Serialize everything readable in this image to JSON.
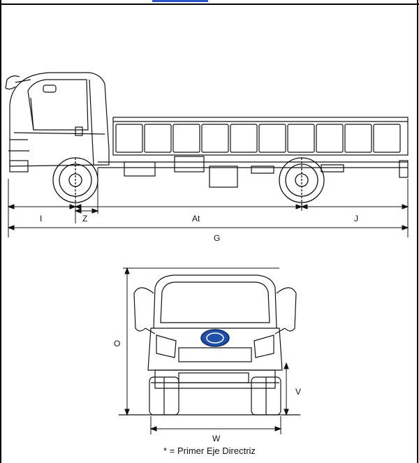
{
  "side_view": {
    "dimensions": {
      "I": "I",
      "Z": "Z",
      "At": "At",
      "J": "J",
      "G": "G"
    }
  },
  "front_view": {
    "dimensions": {
      "O": "O",
      "V": "V",
      "W": "W"
    }
  },
  "footnote": "* = Primer Eje Directriz",
  "colors": {
    "accent_line": "#2b54c8",
    "emblem": "#1f4fa8"
  }
}
